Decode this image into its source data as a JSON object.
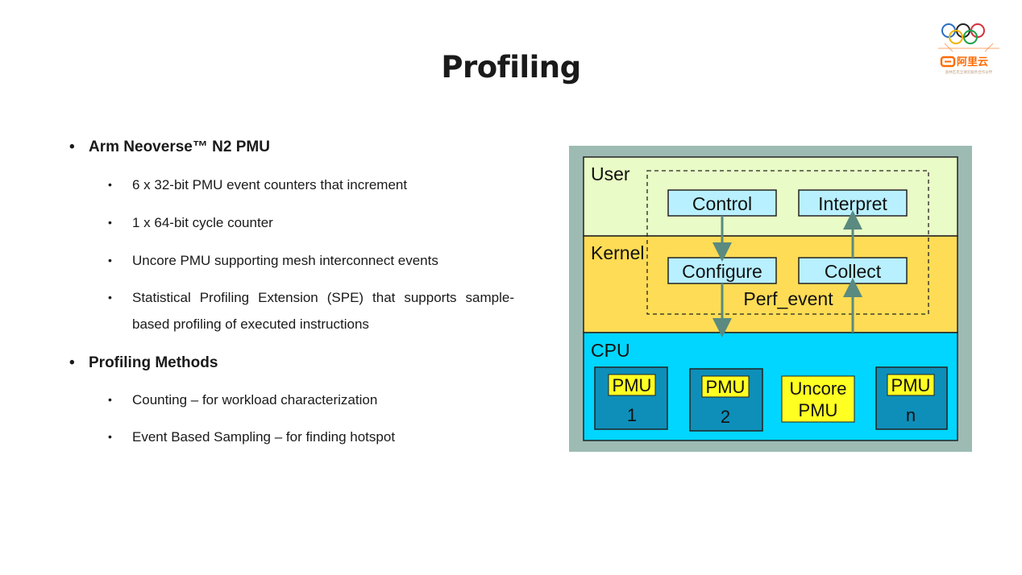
{
  "title": "Profiling",
  "logo": {
    "brand_text": "阿里云",
    "tagline": "奥林匹克全球云服务合作伙伴"
  },
  "bullets": [
    {
      "text": "Arm Neoverse™ N2 PMU",
      "children": [
        "6 x 32-bit PMU event counters that increment",
        "1 x 64-bit cycle counter",
        "Uncore PMU supporting mesh interconnect events",
        "Statistical Profiling Extension (SPE) that supports sample-based profiling of executed instructions"
      ]
    },
    {
      "text": "Profiling Methods",
      "children": [
        "Counting – for workload characterization",
        "Event Based Sampling – for finding hotspot"
      ]
    }
  ],
  "diagram": {
    "layers": {
      "user": "User",
      "kernel": "Kernel",
      "cpu": "CPU"
    },
    "boxes": {
      "control": "Control",
      "interpret": "Interpret",
      "configure": "Configure",
      "collect": "Collect",
      "perf_event": "Perf_event"
    },
    "pmus": [
      {
        "label": "PMU",
        "index": "1"
      },
      {
        "label": "PMU",
        "index": "2"
      },
      {
        "label_line1": "Uncore",
        "label_line2": "PMU"
      },
      {
        "label": "PMU",
        "index": "n"
      }
    ],
    "colors": {
      "frame": "#9dbbb3",
      "user_bg": "#e9fbc6",
      "kernel_bg": "#fedc55",
      "cpu_bg": "#00d6ff",
      "box_bg": "#b8f0ff",
      "pmu_bg": "#0e8fb9",
      "pmu_label_bg": "#ffff22",
      "arrow": "#5a8a80"
    }
  }
}
